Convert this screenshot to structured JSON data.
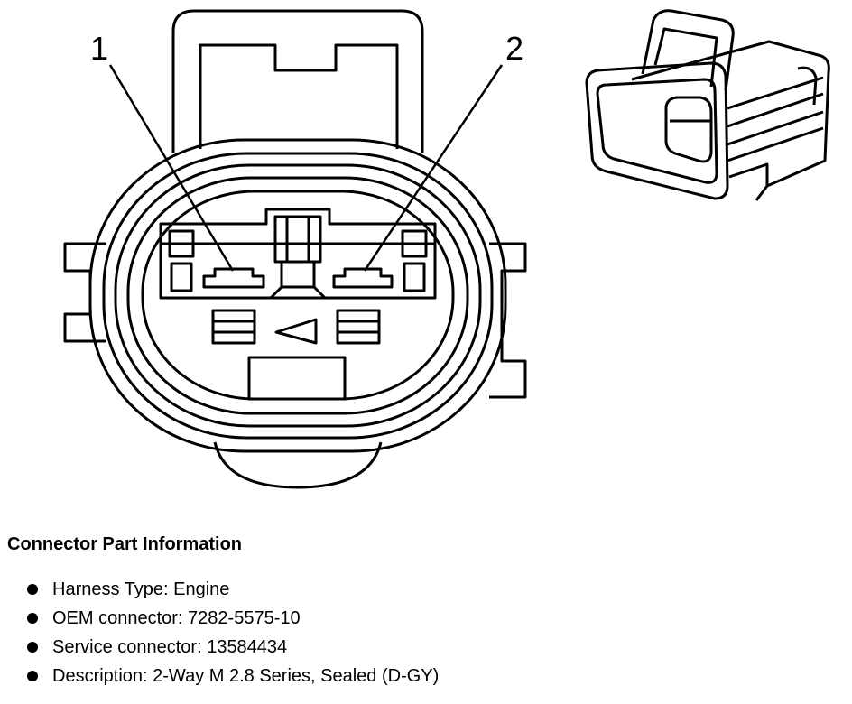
{
  "diagram": {
    "callouts": [
      {
        "id": "1",
        "label": "1"
      },
      {
        "id": "2",
        "label": "2"
      }
    ],
    "views": [
      "connector-face-view",
      "connector-isometric-view"
    ]
  },
  "info": {
    "heading": "Connector Part Information",
    "items": [
      "Harness Type: Engine",
      "OEM connector: 7282-5575-10",
      "Service connector: 13584434",
      "Description: 2-Way M 2.8 Series, Sealed (D-GY)"
    ]
  }
}
